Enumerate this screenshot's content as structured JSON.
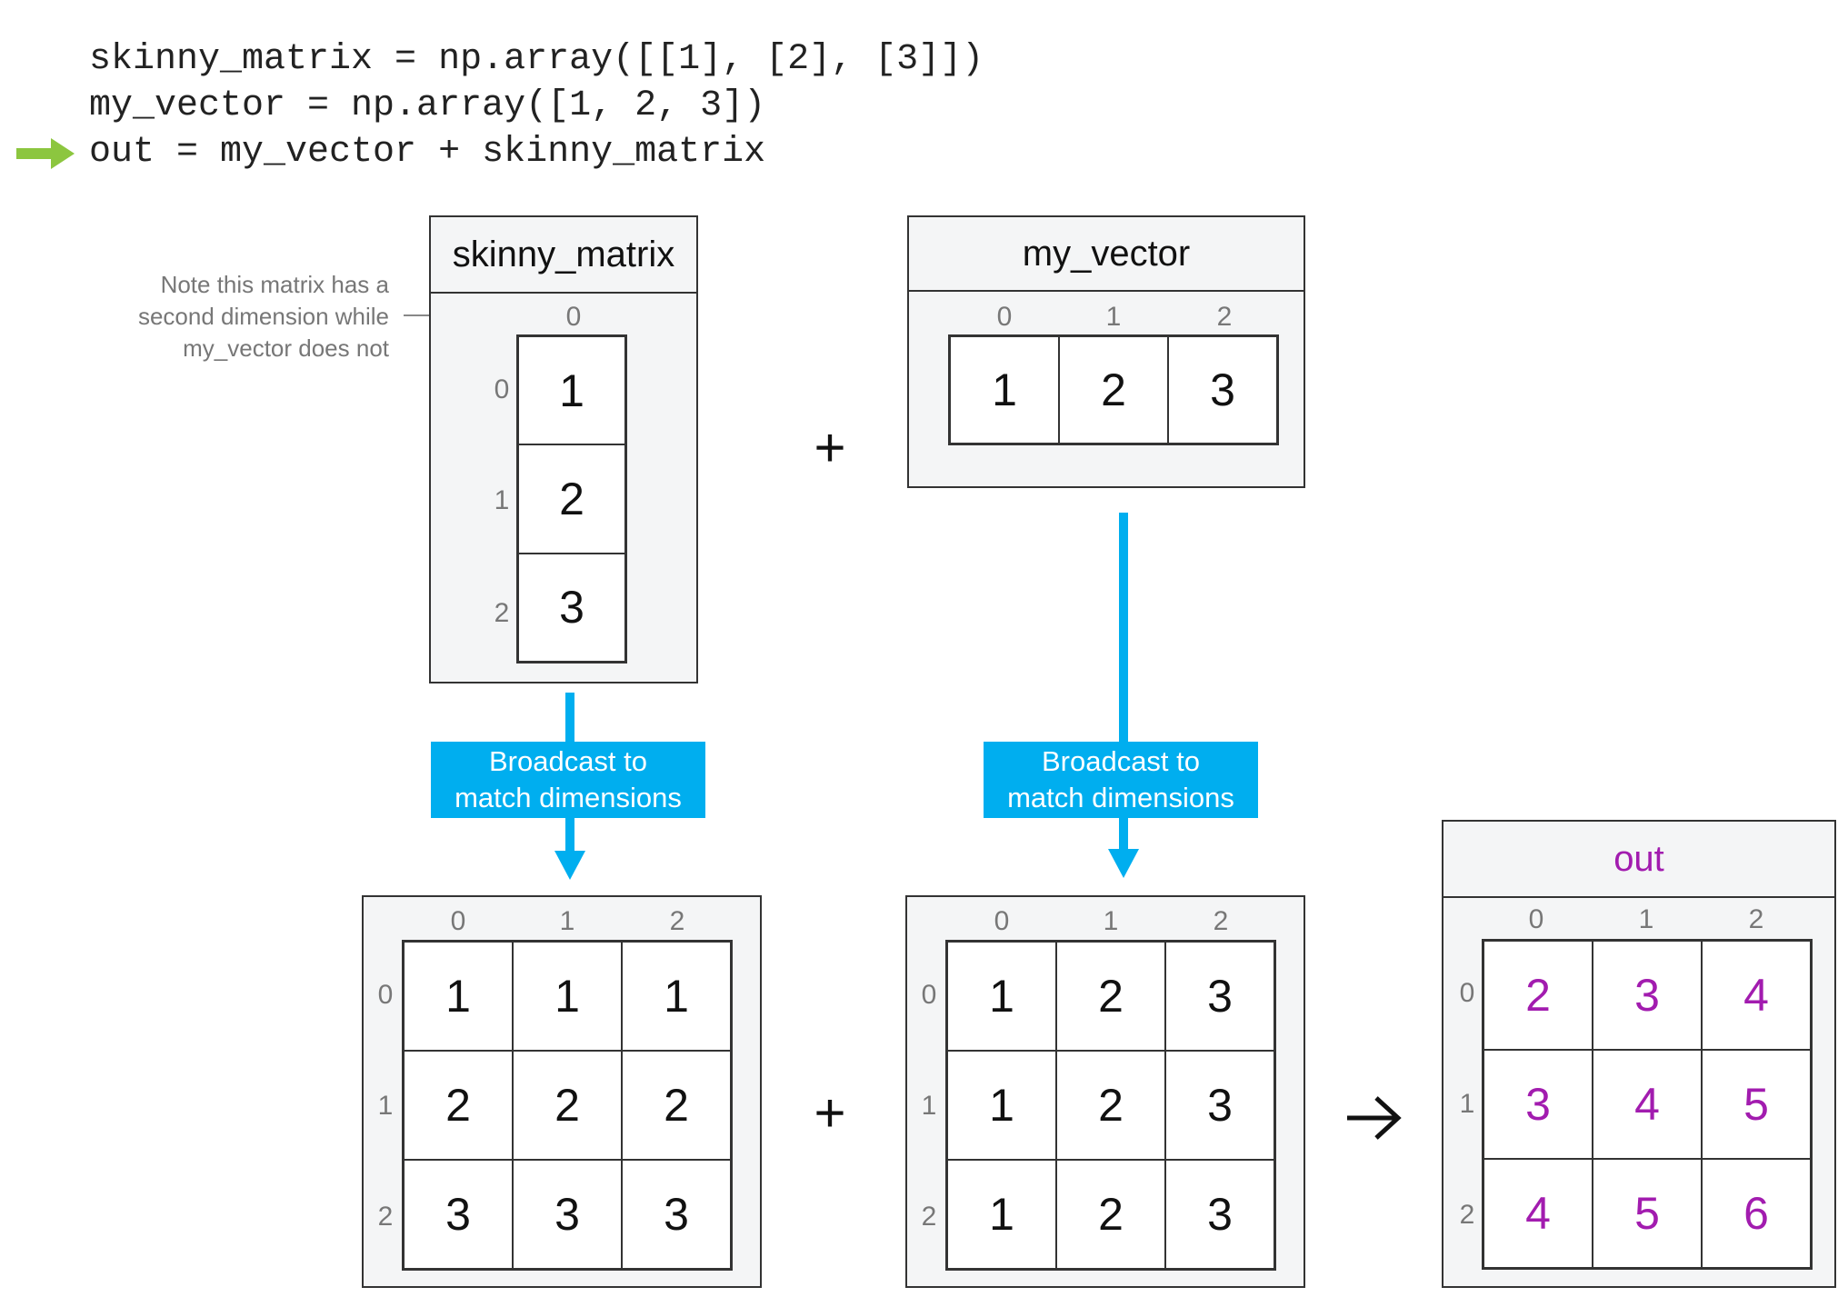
{
  "code_lines": [
    "skinny_matrix = np.array([[1], [2], [3]])",
    "my_vector = np.array([1, 2, 3])",
    "out = my_vector + skinny_matrix"
  ],
  "note": {
    "line1": "Note this matrix has a",
    "line2": "second dimension while",
    "line3": "my_vector does not"
  },
  "skinny_matrix": {
    "title": "skinny_matrix",
    "col_index": [
      "0"
    ],
    "row_index": [
      "0",
      "1",
      "2"
    ],
    "values": [
      "1",
      "2",
      "3"
    ]
  },
  "my_vector": {
    "title": "my_vector",
    "col_index": [
      "0",
      "1",
      "2"
    ],
    "values": [
      "1",
      "2",
      "3"
    ]
  },
  "broadcast_label": {
    "line1": "Broadcast to",
    "line2": "match dimensions"
  },
  "operators": {
    "plus": "+",
    "arrow": "→"
  },
  "broadcast_matrix": {
    "col_index": [
      "0",
      "1",
      "2"
    ],
    "row_index": [
      "0",
      "1",
      "2"
    ],
    "rows": [
      [
        "1",
        "1",
        "1"
      ],
      [
        "2",
        "2",
        "2"
      ],
      [
        "3",
        "3",
        "3"
      ]
    ]
  },
  "broadcast_vector": {
    "col_index": [
      "0",
      "1",
      "2"
    ],
    "row_index": [
      "0",
      "1",
      "2"
    ],
    "rows": [
      [
        "1",
        "2",
        "3"
      ],
      [
        "1",
        "2",
        "3"
      ],
      [
        "1",
        "2",
        "3"
      ]
    ]
  },
  "out": {
    "title": "out",
    "col_index": [
      "0",
      "1",
      "2"
    ],
    "row_index": [
      "0",
      "1",
      "2"
    ],
    "rows": [
      [
        "2",
        "3",
        "4"
      ],
      [
        "3",
        "4",
        "5"
      ],
      [
        "4",
        "5",
        "6"
      ]
    ]
  },
  "colors": {
    "code_arrow": "#8cc63f",
    "broadcast": "#00aeef",
    "result": "#a21caf",
    "panel_bg": "#f4f5f6"
  }
}
